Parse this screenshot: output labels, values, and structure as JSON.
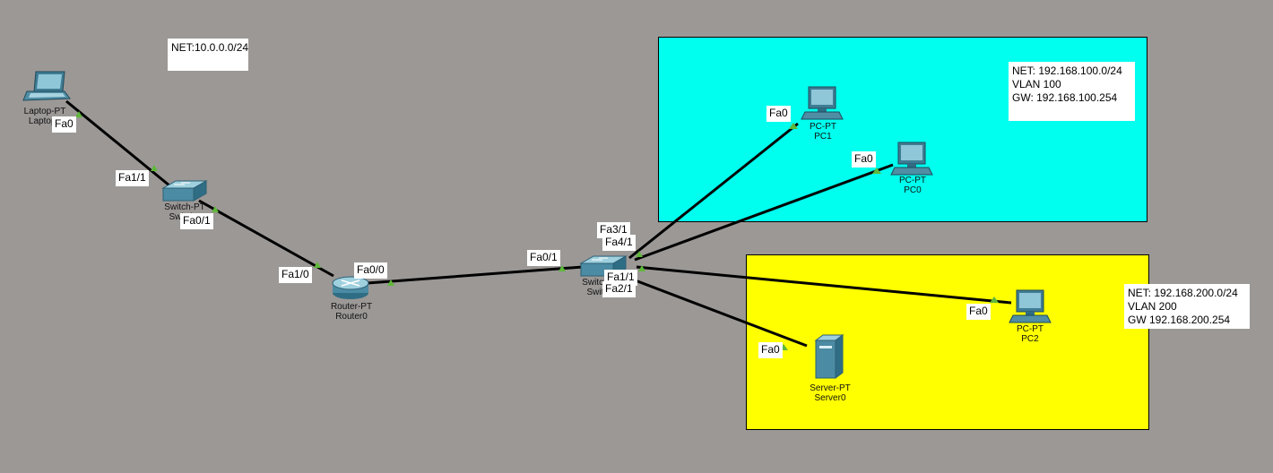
{
  "topology": {
    "annotations": {
      "net_left": "NET:10.0.0.0/24",
      "vlan100": [
        "NET: 192.168.100.0/24",
        "VLAN 100",
        "GW: 192.168.100.254"
      ],
      "vlan200": [
        "NET: 192.168.200.0/24",
        "VLAN 200",
        "GW 192.168.200.254"
      ]
    },
    "devices": {
      "laptop": {
        "type": "Laptop-PT",
        "name": "Laptop0"
      },
      "switch0": {
        "type": "Switch-PT",
        "name": "Switch0"
      },
      "router0": {
        "type": "Router-PT",
        "name": "Router0"
      },
      "switch1": {
        "type": "Switch-PT",
        "name": "Switch1"
      },
      "pc1": {
        "type": "PC-PT",
        "name": "PC1"
      },
      "pc0": {
        "type": "PC-PT",
        "name": "PC0"
      },
      "pc2": {
        "type": "PC-PT",
        "name": "PC2"
      },
      "server0": {
        "type": "Server-PT",
        "name": "Server0"
      }
    },
    "ports": {
      "laptop_fa0": "Fa0",
      "sw0_fa1_1": "Fa1/1",
      "sw0_fa0_1": "Fa0/1",
      "r0_fa1_0": "Fa1/0",
      "r0_fa0_0": "Fa0/0",
      "sw1_fa0_1": "Fa0/1",
      "sw1_fa3_1": "Fa3/1",
      "sw1_fa4_1": "Fa4/1",
      "sw1_fa1_1": "Fa1/1",
      "sw1_fa2_1": "Fa2/1",
      "pc1_fa0": "Fa0",
      "pc0_fa0": "Fa0",
      "pc2_fa0": "Fa0",
      "server_fa0": "Fa0"
    },
    "colors": {
      "background": "#9b9896",
      "vlan100_zone": "#00ffee",
      "vlan200_zone": "#ffff00",
      "link": "#000000",
      "link_up": "#5fb83a"
    }
  }
}
